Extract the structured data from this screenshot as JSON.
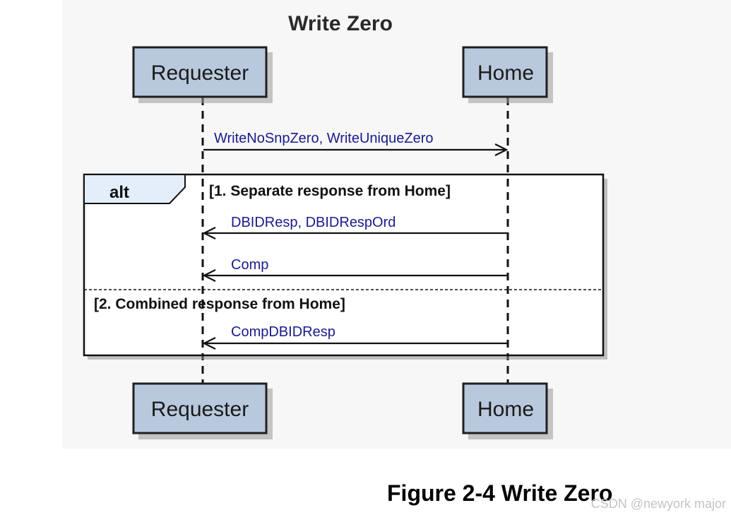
{
  "diagram": {
    "title": "Write Zero",
    "participants": [
      {
        "name": "Requester"
      },
      {
        "name": "Home"
      }
    ],
    "request_message": {
      "label": "WriteNoSnpZero, WriteUniqueZero",
      "from": "Requester",
      "to": "Home"
    },
    "alt_frame": {
      "keyword": "alt",
      "sections": [
        {
          "guard": "[1. Separate response from Home]",
          "messages": [
            {
              "label": "DBIDResp, DBIDRespOrd",
              "from": "Home",
              "to": "Requester"
            },
            {
              "label": "Comp",
              "from": "Home",
              "to": "Requester"
            }
          ]
        },
        {
          "guard": "[2. Combined response from Home]",
          "messages": [
            {
              "label": "CompDBIDResp",
              "from": "Home",
              "to": "Requester"
            }
          ]
        }
      ]
    }
  },
  "caption": "Figure 2-4 Write Zero",
  "watermark": "CSDN @newyork major",
  "colors": {
    "participant_fill": "#b9c9dd",
    "message_text": "#1a1a8c",
    "frame_tab": "#e3eefa",
    "background": "#f7f7f7"
  }
}
